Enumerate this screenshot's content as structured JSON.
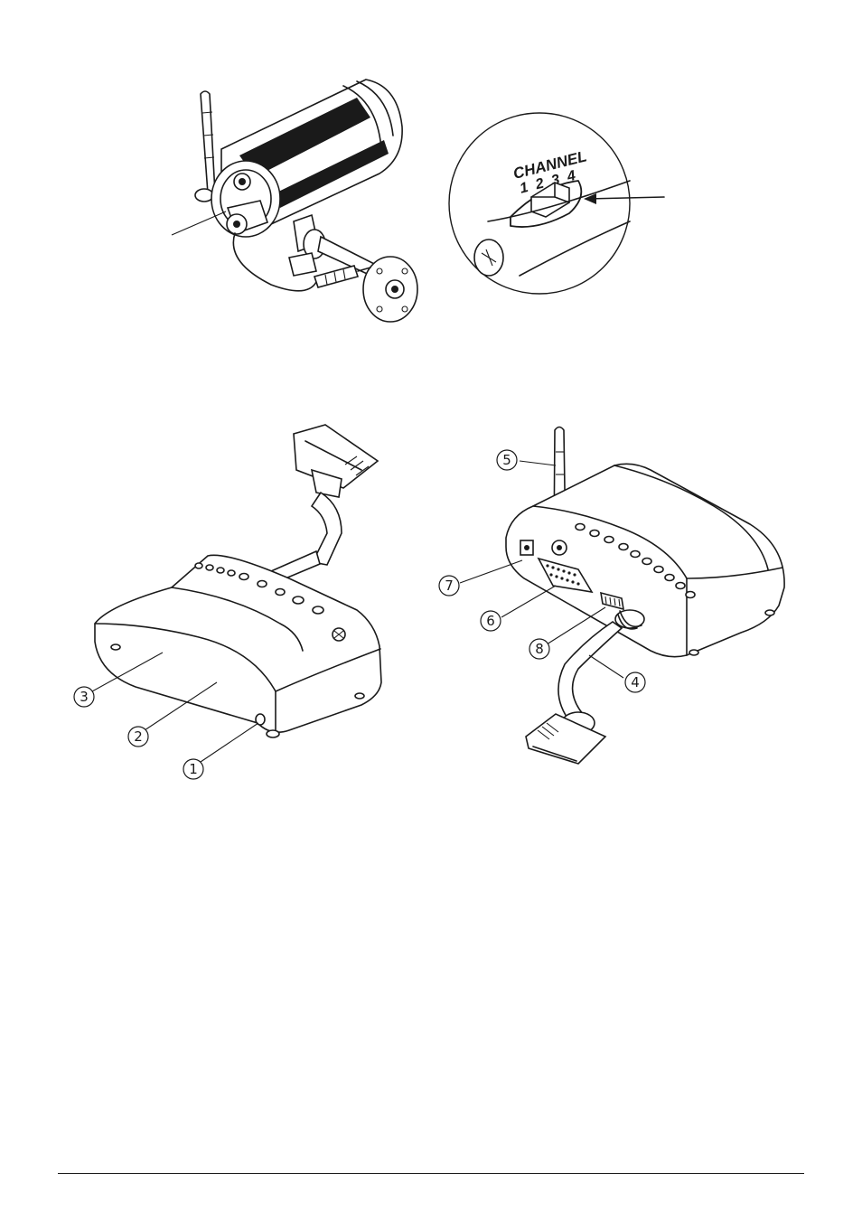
{
  "channel_switch": {
    "label": "CHANNEL",
    "positions": [
      "1",
      "2",
      "3",
      "4"
    ]
  },
  "callouts": [
    {
      "id": 1,
      "label": "1"
    },
    {
      "id": 2,
      "label": "2"
    },
    {
      "id": 3,
      "label": "3"
    },
    {
      "id": 4,
      "label": "4"
    },
    {
      "id": 5,
      "label": "5"
    },
    {
      "id": 6,
      "label": "6"
    },
    {
      "id": 7,
      "label": "7"
    },
    {
      "id": 8,
      "label": "8"
    }
  ],
  "colors": {
    "ink": "#1a1a1a",
    "paper": "#ffffff"
  }
}
